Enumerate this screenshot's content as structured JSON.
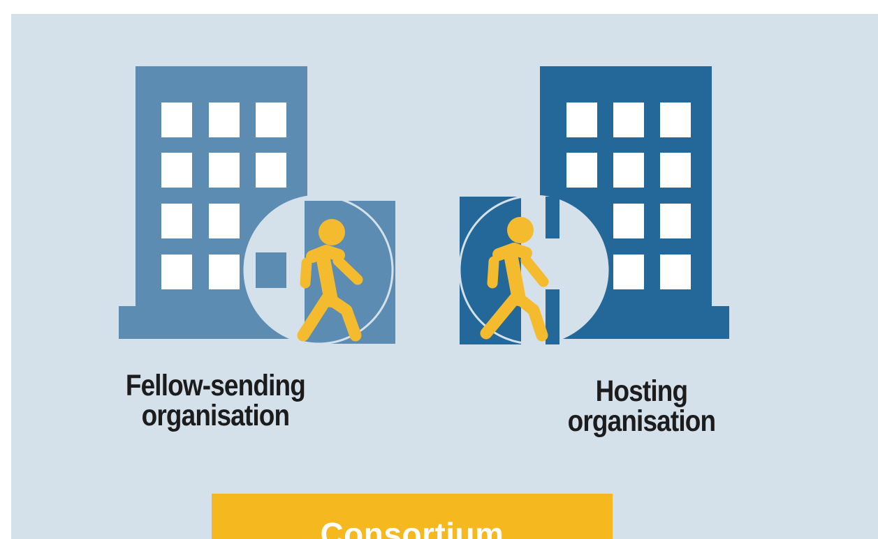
{
  "colors": {
    "background": "#d5e1ea",
    "sending_building": "#5c8cb2",
    "hosting_building": "#246899",
    "window": "#ffffff",
    "person": "#f4bb2f",
    "consortium": "#f6b81f"
  },
  "sending_org": {
    "line1": "Fellow-sending",
    "line2": "organisation",
    "icon": "office-building-icon",
    "person_icon": "walking-person-icon"
  },
  "hosting_org": {
    "line1": "Hosting",
    "line2": "organisation",
    "icon": "office-building-icon",
    "person_icon": "walking-person-icon"
  },
  "consortium": {
    "label": "Consortium"
  }
}
